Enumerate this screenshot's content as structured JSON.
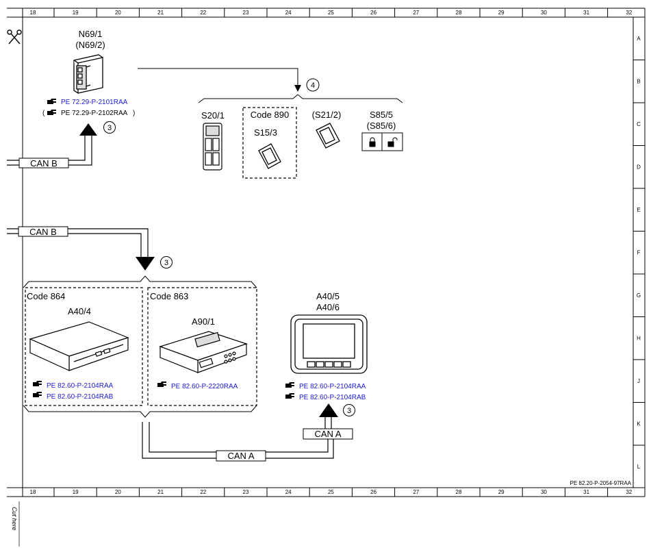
{
  "columns": [
    "18",
    "19",
    "20",
    "21",
    "22",
    "23",
    "24",
    "25",
    "26",
    "27",
    "28",
    "29",
    "30",
    "31",
    "32"
  ],
  "rows": [
    "A",
    "B",
    "C",
    "D",
    "E",
    "F",
    "G",
    "H",
    "J",
    "K",
    "L"
  ],
  "cut_text": "Cut here",
  "doc_id": "PE 82.20-P-2054-97RAA",
  "n69": {
    "label1": "N69/1",
    "label2": "(N69/2)",
    "ref1": "PE 72.29-P-2101RAA",
    "ref2": "PE 72.29-P-2102RAA",
    "ref2_open": "(",
    "ref2_close": ")"
  },
  "markers": {
    "m3a": "3",
    "m3b": "3",
    "m3c": "3",
    "m4": "4"
  },
  "switches": {
    "s20": "S20/1",
    "code890": "Code 890",
    "s15": "S15/3",
    "s21": "(S21/2)",
    "s85a": "S85/5",
    "s85b": "(S85/6)"
  },
  "bus": {
    "canb1": "CAN B",
    "canb2": "CAN B",
    "cana1": "CAN A",
    "cana2": "CAN A"
  },
  "code864": {
    "code": "Code 864",
    "label": "A40/4",
    "ref1": "PE 82.60-P-2104RAA",
    "ref2": "PE 82.60-P-2104RAB"
  },
  "code863": {
    "code": "Code 863",
    "label": "A90/1",
    "ref1": "PE 82.60-P-2220RAA"
  },
  "a40": {
    "label1": "A40/5",
    "label2": "A40/6",
    "ref1": "PE 82.60-P-2104RAA",
    "ref2": "PE 82.60-P-2104RAB"
  },
  "icons": {
    "hand": "pointing-hand-icon",
    "scissors": "scissors-icon",
    "lock": "lock-icon",
    "unlock": "unlock-icon"
  }
}
